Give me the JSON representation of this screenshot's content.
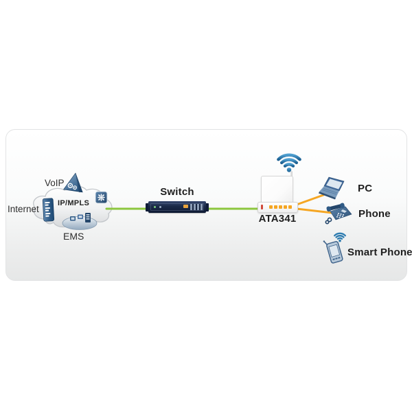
{
  "cloud": {
    "voip_label": "VoIP",
    "internet_label": "Internet",
    "ipmpls_label": "IP/MPLS",
    "ems_label": "EMS"
  },
  "switch_node": {
    "label": "Switch"
  },
  "ata_node": {
    "label": "ATA341"
  },
  "endpoints": {
    "pc_label": "PC",
    "phone_label": "Phone",
    "smartphone_label": "Smart Phone"
  },
  "icons": {
    "wifi-icon": "blue wifi arcs above ATA341",
    "smartphone-wifi-icon": "small blue wifi arcs above smart phone",
    "voip-icon": "blue pyramid with gears",
    "internet-node-icon": "blue server box on cloud edge",
    "ems-icon": "management platform ellipse with computers",
    "router-icon": "blue square with cross arrows on cloud edge",
    "switch-device": "dark rack-mount switch",
    "ata-device": "white router with antenna and orange ports",
    "pc-icon": "laptop",
    "phone-icon": "desk phone",
    "smartphone-icon": "tilted pda phone"
  },
  "colors": {
    "lan_link": "#8CC63E",
    "device_link": "#F5A623",
    "wifi_blue": "#2E7CB0",
    "icon_blue": "#3F689A",
    "switch_body": "#16233F",
    "ata_port_orange": "#F5A623",
    "label_text": "#1E1E1E"
  }
}
